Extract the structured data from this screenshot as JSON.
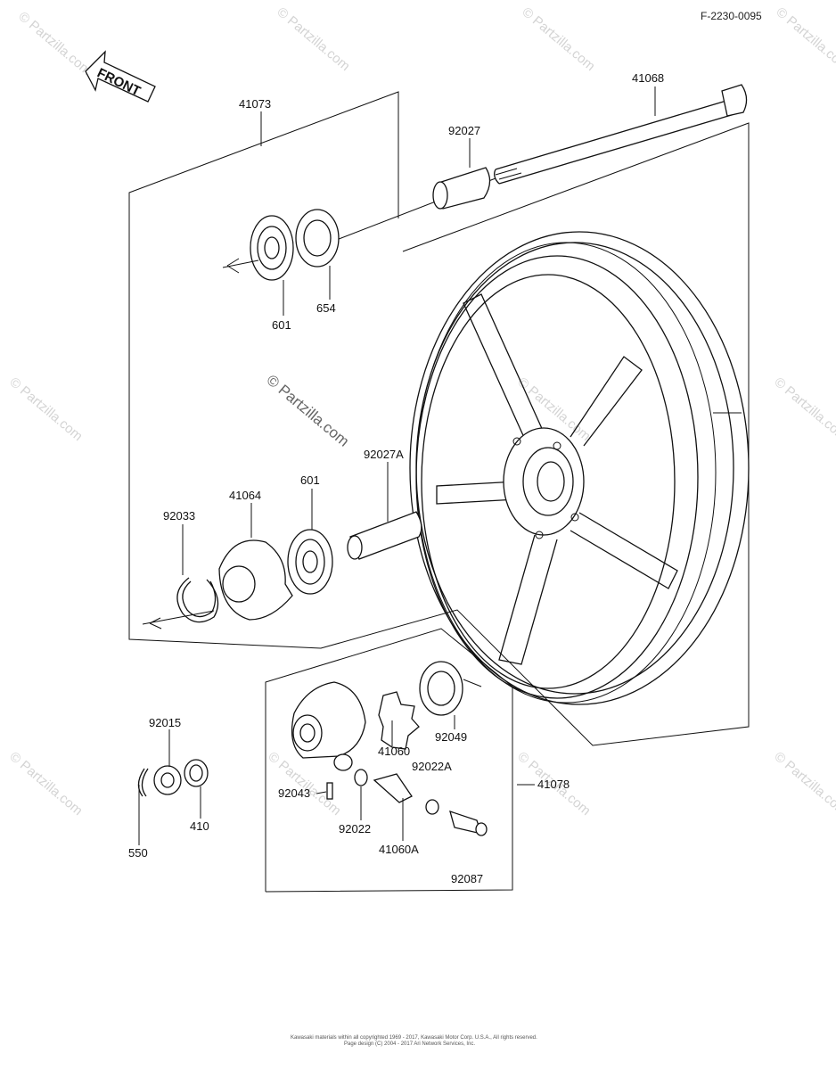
{
  "diagram_id": "F-2230-0095",
  "direction_label": "FRONT",
  "watermark": "© Partzilla.com",
  "parts": {
    "axle": "41068",
    "wheel_assembly": "41073",
    "sleeve_right": "92027",
    "bearing_right": "601",
    "oil_seal": "654",
    "sleeve_left": "92027A",
    "bearing_left": "601",
    "cover": "41064",
    "circlip": "92033",
    "nut": "92015",
    "washer": "410",
    "cotter_pin": "550",
    "gear_housing_assembly": "41078",
    "drive_gear": "41060",
    "oil_seal_gear": "92049",
    "washer_a": "92022A",
    "pin": "92043",
    "washer_b": "92022",
    "pinion_gear": "41060A",
    "bushing": "92087"
  },
  "copyright_line1": "Kawasaki materials within all copyrighted 1969 - 2017, Kawasaki Motor Corp. U.S.A., All rights reserved.",
  "copyright_line2": "Page design (C) 2004 - 2017 Ari Network Services, Inc."
}
